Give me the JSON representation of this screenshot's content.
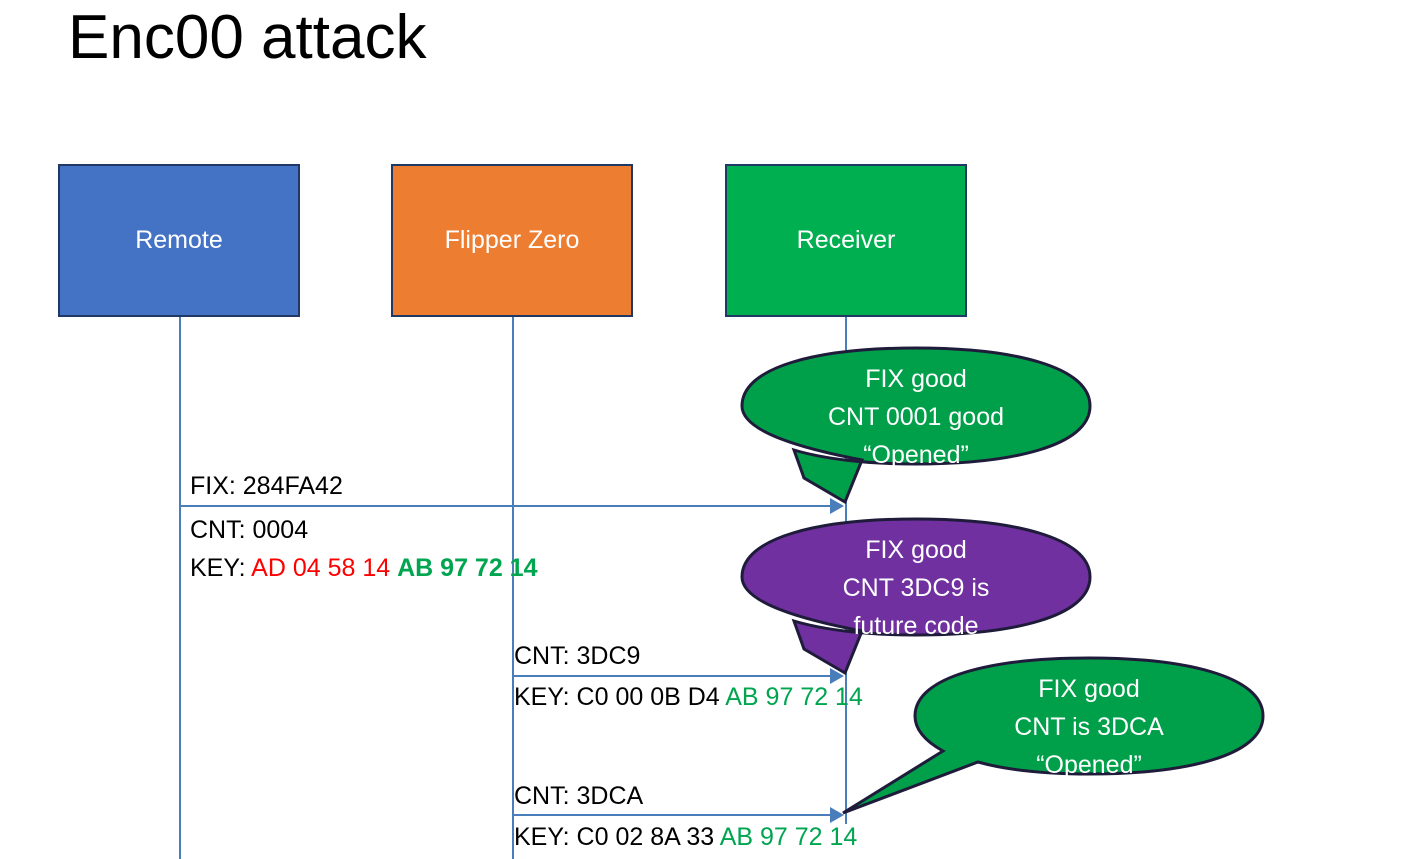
{
  "slide": {
    "title": "Enc00 attack"
  },
  "colors": {
    "remote": "#4472C4",
    "flipper": "#ED7D31",
    "receiver": "#00B050",
    "bubble_good": "#00A04B",
    "bubble_future": "#7030A0",
    "lifeline": "#4A7EBB",
    "box_border": "#1F3864",
    "hex_red": "#FF0000",
    "hex_green": "#00A550"
  },
  "actors": [
    {
      "id": "remote",
      "label": "Remote"
    },
    {
      "id": "flipper",
      "label": "Flipper Zero"
    },
    {
      "id": "receiver",
      "label": "Receiver"
    }
  ],
  "messages": [
    {
      "id": "msg-1",
      "from": "remote",
      "to": "receiver",
      "lines": [
        {
          "id": "fix",
          "text": "FIX: 284FA42"
        },
        {
          "id": "cnt",
          "text": "CNT: 0004"
        },
        {
          "id": "key",
          "prefix": "KEY: ",
          "red": "AD 04 58 14 ",
          "green": "AB 97 72 14"
        }
      ]
    },
    {
      "id": "msg-2",
      "from": "flipper",
      "to": "receiver",
      "lines": [
        {
          "id": "cnt",
          "text": "CNT: 3DC9"
        },
        {
          "id": "key",
          "prefix": "KEY: C0 00 0B D4 ",
          "green": "AB 97 72 14"
        }
      ]
    },
    {
      "id": "msg-3",
      "from": "flipper",
      "to": "receiver",
      "lines": [
        {
          "id": "cnt",
          "text": "CNT: 3DCA"
        },
        {
          "id": "key",
          "prefix": "KEY: C0 02 8A 33 ",
          "green": "AB 97 72 14"
        }
      ]
    }
  ],
  "callouts": [
    {
      "id": "callout-1",
      "color": "#00A04B",
      "line1": "FIX good",
      "line2": "CNT 0001 good",
      "line3": "“Opened”"
    },
    {
      "id": "callout-2",
      "color": "#7030A0",
      "line1": "FIX good",
      "line2": "CNT 3DC9 is",
      "line3": "future code"
    },
    {
      "id": "callout-3",
      "color": "#00A04B",
      "line1": "FIX good",
      "line2": "CNT is 3DCA",
      "line3": "“Opened”"
    }
  ]
}
